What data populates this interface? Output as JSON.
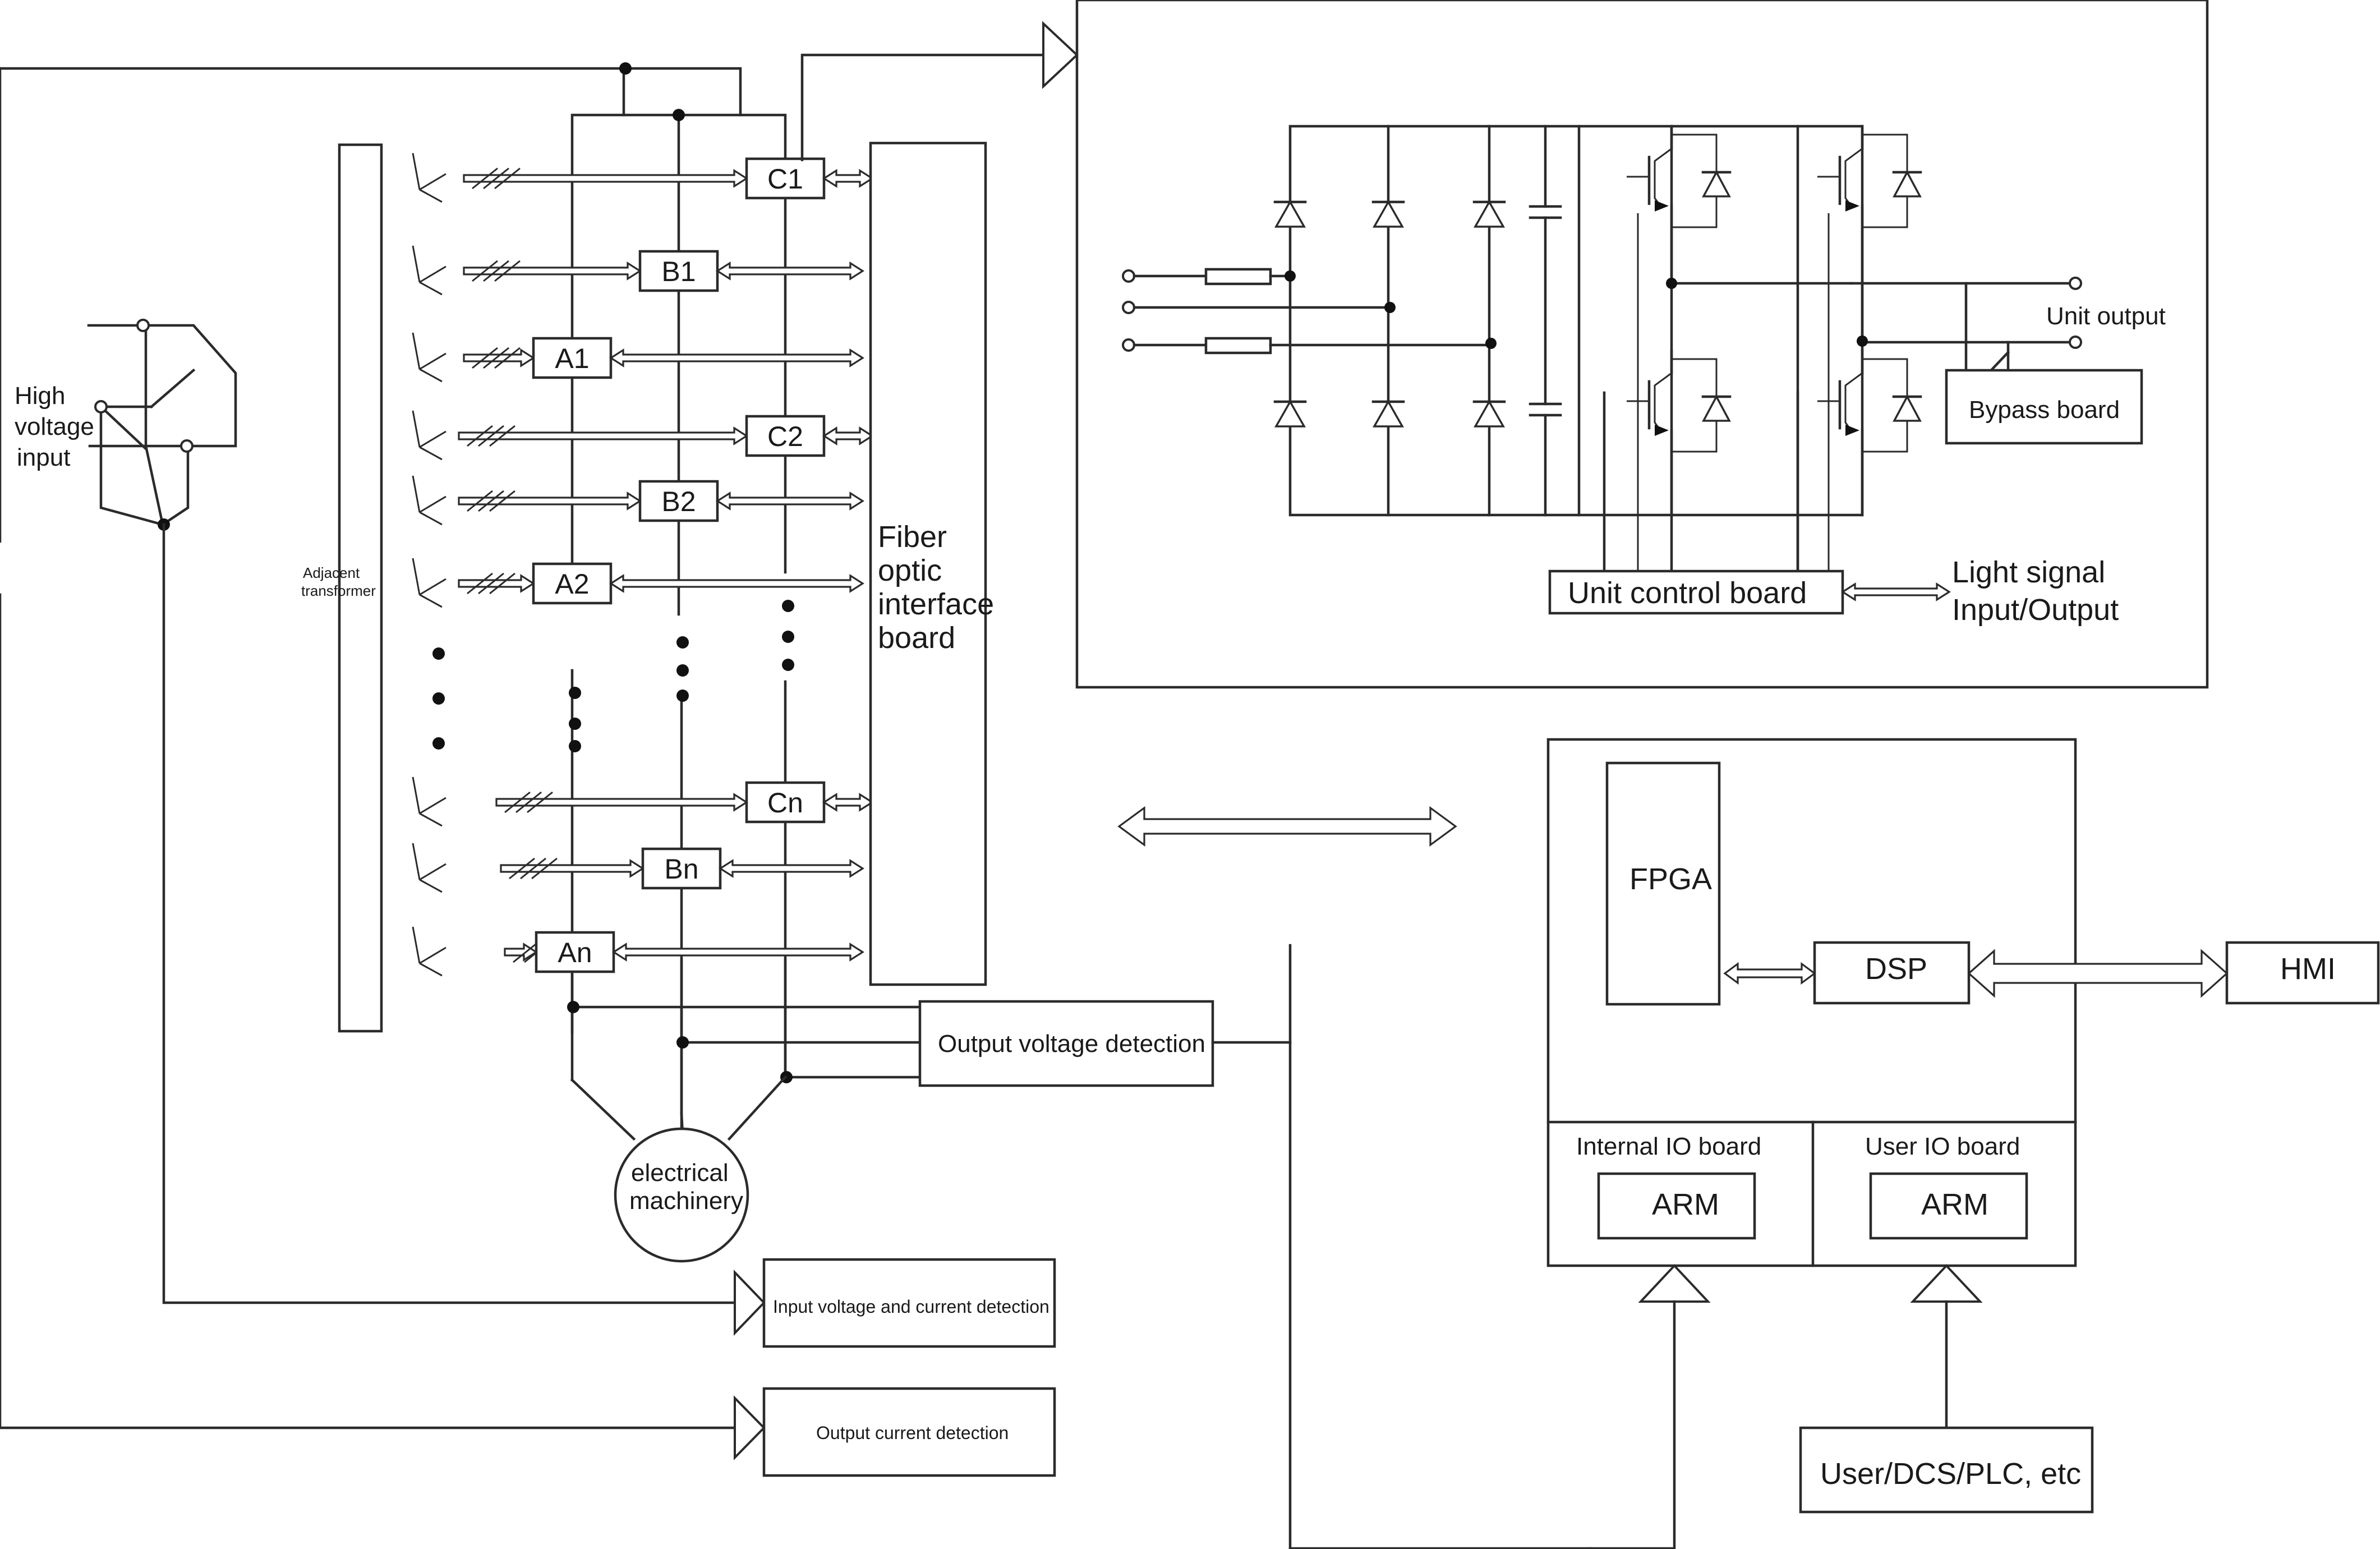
{
  "cells": [
    "C1",
    "B1",
    "A1",
    "C2",
    "B2",
    "A2",
    "Cn",
    "Bn",
    "An"
  ],
  "labels": {
    "high_voltage_input": [
      "High",
      "voltage",
      "input"
    ],
    "adjacent_transformer": [
      "Adjacent",
      "transformer"
    ],
    "fiber_optic_board": [
      "Fiber",
      "optic",
      "interface",
      "board"
    ],
    "output_voltage_detection": "Output voltage detection",
    "electrical_machinery": [
      "electrical",
      "machinery"
    ],
    "input_voltage_current_detection": "Input voltage and current detection",
    "output_current_detection": "Output current detection",
    "unit_output": "Unit output",
    "bypass_board": "Bypass board",
    "unit_control_board": "Unit control board",
    "light_signal": [
      "Light signal",
      "Input/Output"
    ],
    "fpga": "FPGA",
    "dsp": "DSP",
    "hmi": "HMI",
    "internal_io_board": "Internal IO board",
    "user_io_board": "User IO board",
    "arm_internal": "ARM",
    "arm_user": "ARM",
    "user_dcs_plc": "User/DCS/PLC, etc"
  }
}
